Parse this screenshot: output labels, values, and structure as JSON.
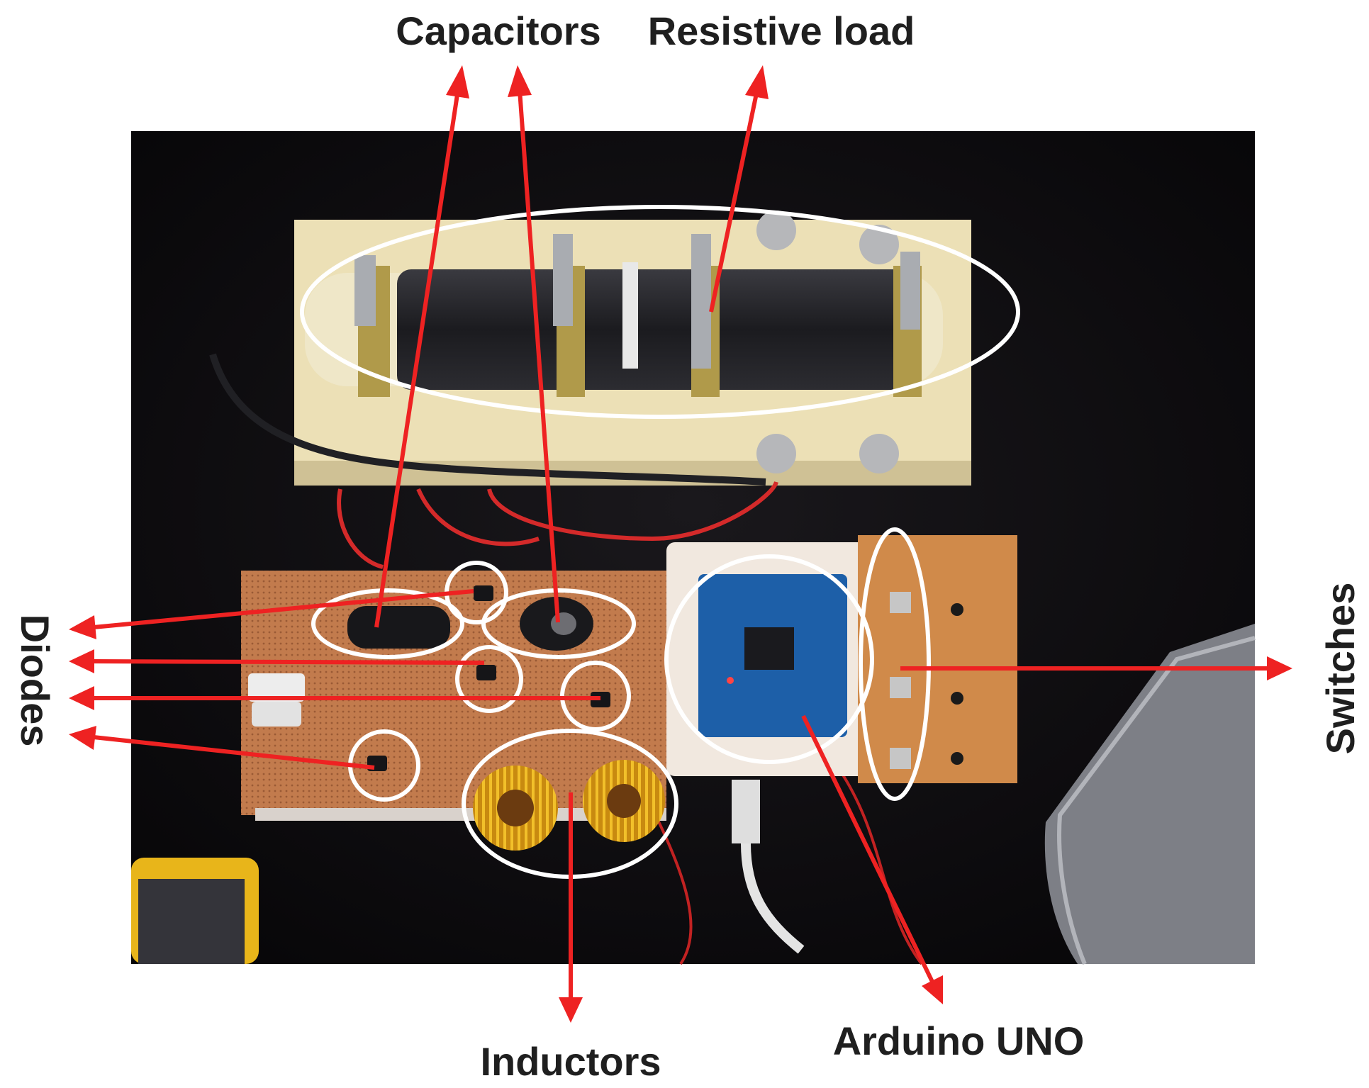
{
  "labels": {
    "capacitors": "Capacitors",
    "resistive_load": "Resistive load",
    "diodes": "Diodes",
    "switches": "Switches",
    "inductors": "Inductors",
    "arduino": "Arduino UNO"
  },
  "colors": {
    "arrow": "#ee2222",
    "ring": "#ffffff",
    "label": "#1f1f1f",
    "photo_background": "#0e0d0f",
    "board": "#c07a4e",
    "resistor_base": "#ece0b6",
    "arduino_board": "#1d5fa8"
  }
}
